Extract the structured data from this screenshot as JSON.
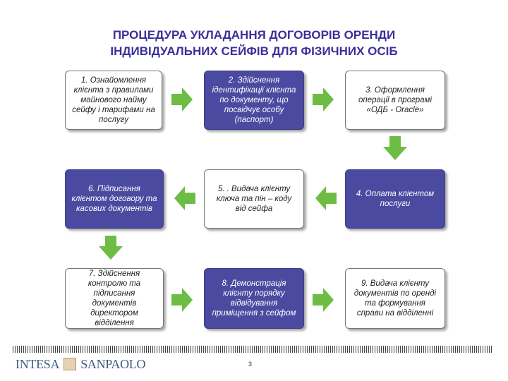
{
  "title": {
    "line1": "ПРОЦЕДУРА УКЛАДАННЯ ДОГОВОРІВ  ОРЕНДИ",
    "line2": "ІНДИВІДУАЛЬНИХ СЕЙФІВ ДЛЯ ФІЗИЧНИХ ОСІБ"
  },
  "steps": [
    {
      "text": "1. Ознайомлення клієнта з правилами майнового найму сейфу і тарифами на послугу"
    },
    {
      "text": "2. Здійснення ідентифікації клієнта по документу, що посвідчує особу (паспорт)"
    },
    {
      "text": "3. Оформлення операції в програмі «ОДБ - Oracle»"
    },
    {
      "text": "4. Оплата клієнтом послуги"
    },
    {
      "text": "5. . Видача клієнту ключа та пін – коду від сейфа"
    },
    {
      "text": "6. Підписання клієнтом договору та касових документів"
    },
    {
      "text": "7. Здійснення контролю та підписання документів директором відділення"
    },
    {
      "text": "8. Демонстрація клієнту порядку відвідування приміщення з сейфом"
    },
    {
      "text": "9. Видача клієнту документів по оренді та формування справи на відділенні"
    }
  ],
  "colors": {
    "title": "#3a2f9a",
    "dark_box": "#4a4aa0",
    "arrow": "#6dbd45"
  },
  "footer": {
    "logo_left": "INTESA",
    "logo_right": "SANPAOLO",
    "page_number": "3"
  }
}
